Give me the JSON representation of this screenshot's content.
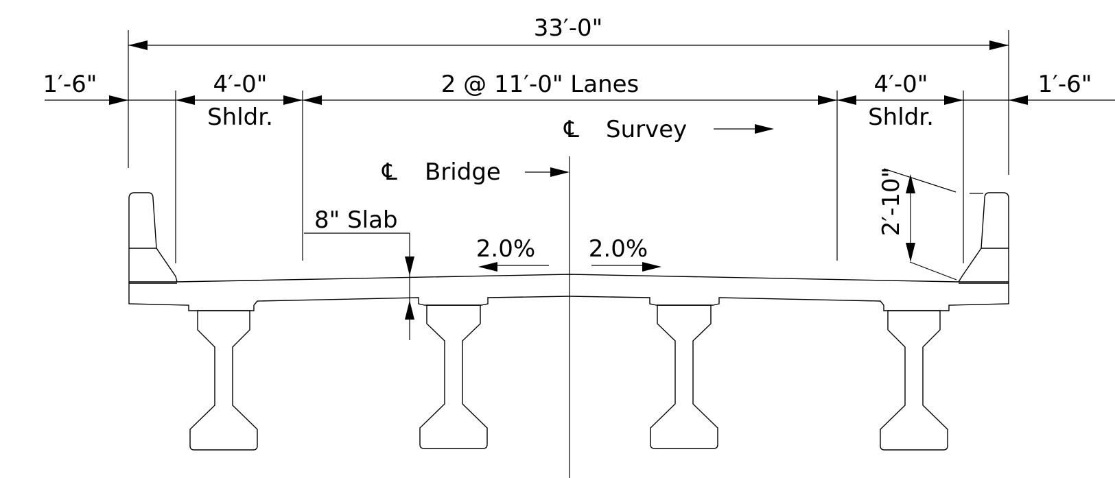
{
  "drawing": {
    "overall_width": "33′-0\"",
    "left_overhang": "1′-6\"",
    "right_overhang": "1′-6\"",
    "left_shoulder_width": "4′-0\"",
    "left_shoulder_label": "Shldr.",
    "lanes": "2 @ 11′-0\" Lanes",
    "right_shoulder_width": "4′-0\"",
    "right_shoulder_label": "Shldr.",
    "cl_symbol": "℄",
    "cl_survey": "Survey",
    "cl_bridge": "Bridge",
    "slab": "8\" Slab",
    "left_slope": "2.0%",
    "right_slope": "2.0%",
    "barrier_height": "2′-10\""
  }
}
